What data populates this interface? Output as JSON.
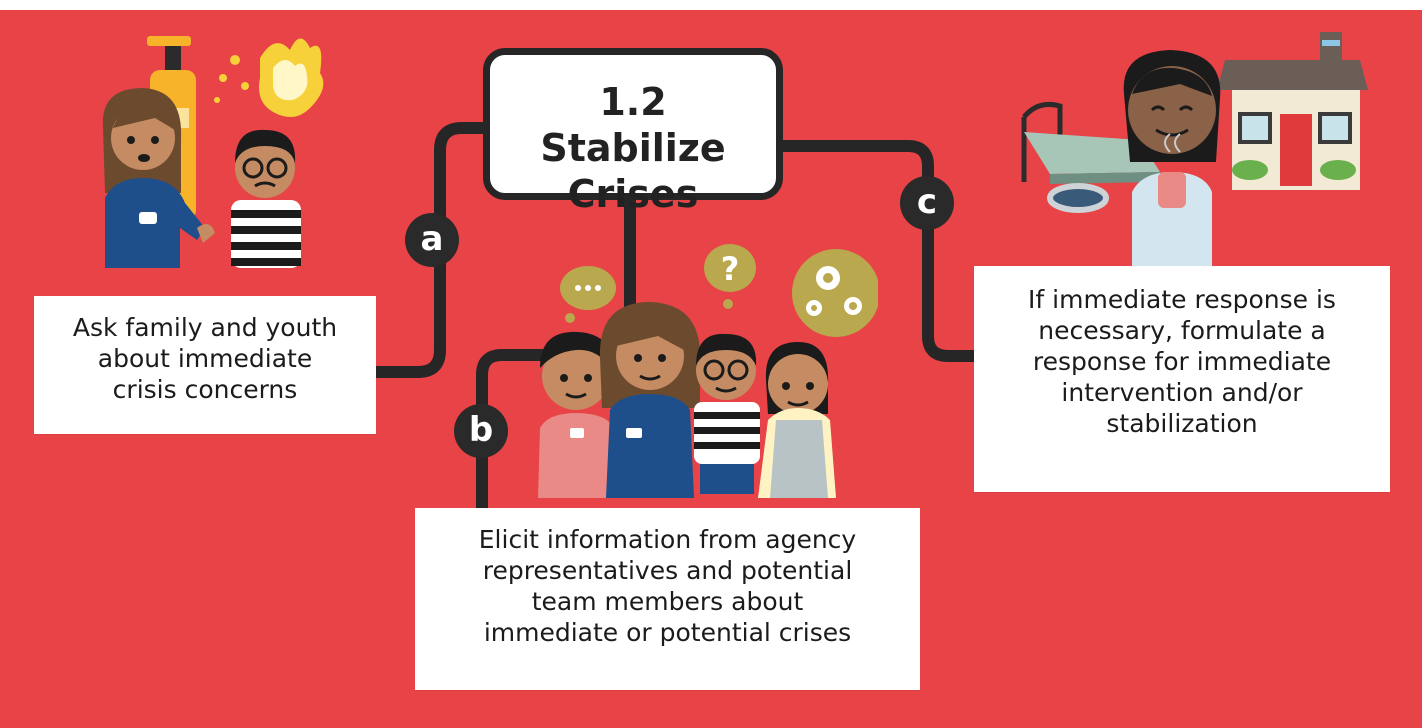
{
  "title": {
    "number": "1.2",
    "name": "Stabilize Crises"
  },
  "steps": [
    {
      "badge": "a",
      "lines": [
        "Ask family and youth",
        "about immediate",
        "crisis concerns"
      ]
    },
    {
      "badge": "b",
      "lines": [
        "Elicit information from agency",
        "representatives and potential",
        "team members about",
        "immediate or potential crises"
      ]
    },
    {
      "badge": "c",
      "lines": [
        "If immediate response is",
        "necessary, formulate a",
        "response for immediate",
        "intervention and/or",
        "stabilization"
      ]
    }
  ],
  "colors": {
    "background": "#e84346",
    "line": "#262626",
    "card": "#ffffff",
    "accent_gold": "#b9a84e",
    "blue": "#1f4f8a"
  },
  "illustrations": [
    "worker-and-youth-with-fire",
    "team-group-with-thought-bubbles",
    "woman-with-cup-house-bed"
  ]
}
